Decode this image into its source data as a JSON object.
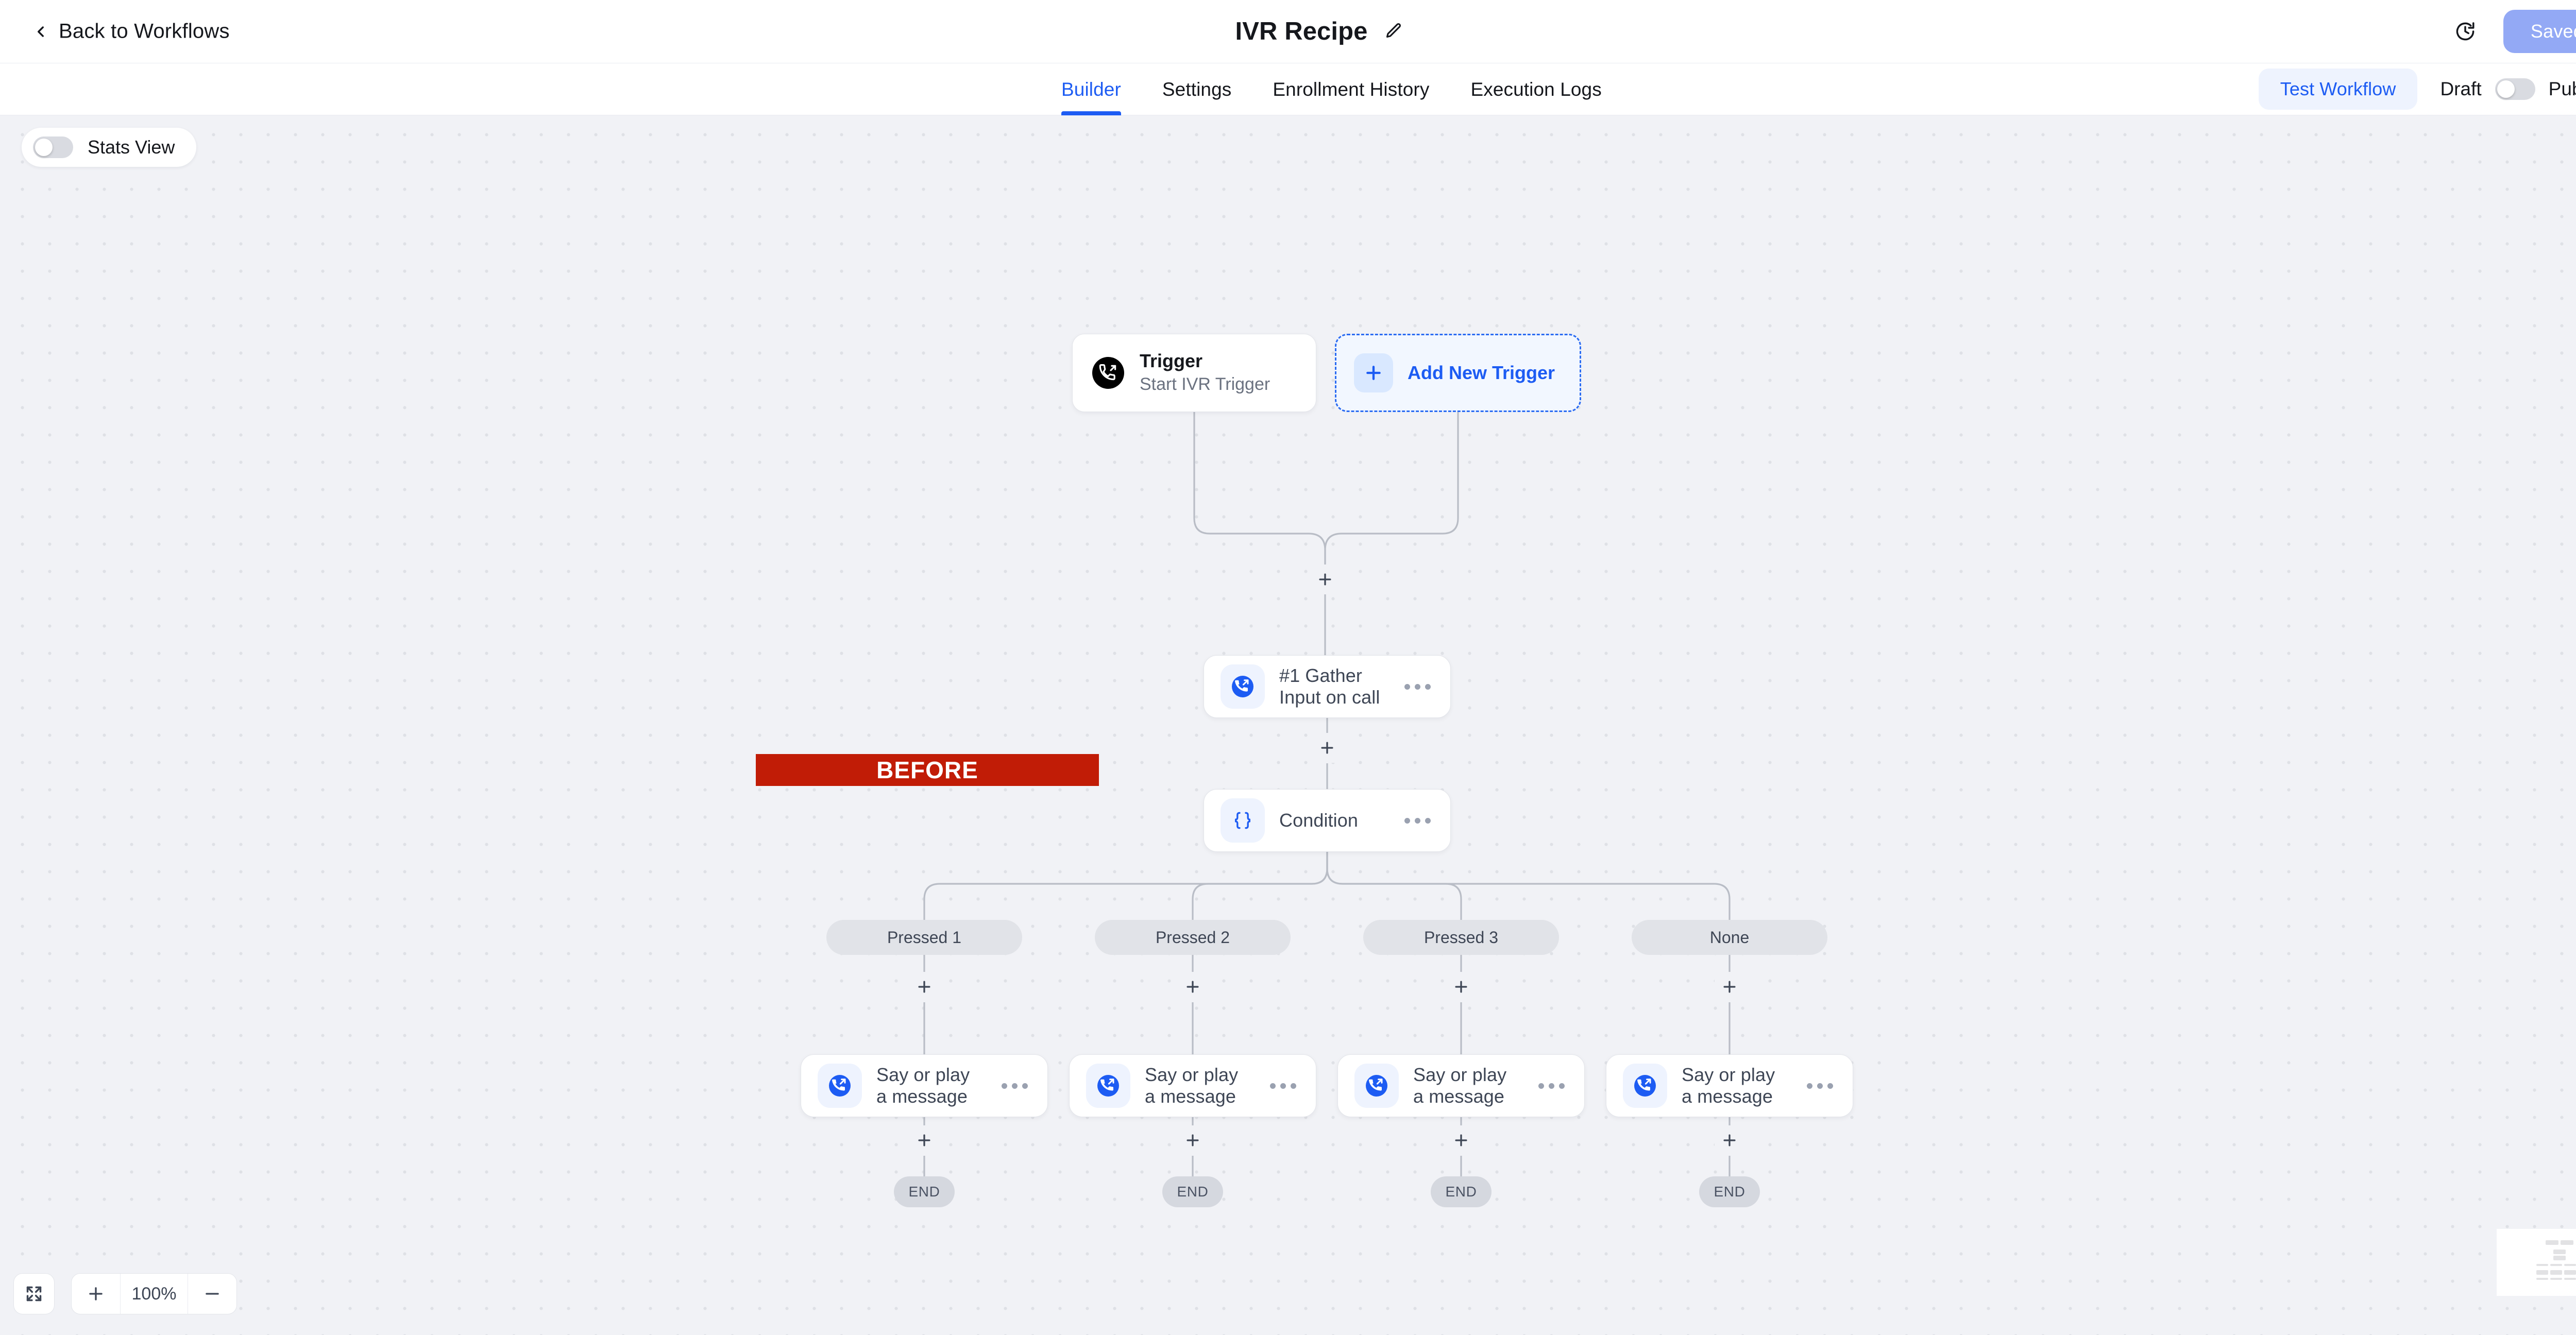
{
  "header": {
    "back_label": "Back to Workflows",
    "back_icon": "chevron-left-icon",
    "title": "IVR Recipe",
    "edit_icon": "pencil-icon",
    "history_icon": "clock-history-icon",
    "saved_label": "Saved",
    "saved_color": "#93a9f5"
  },
  "tabsbar": {
    "tabs": [
      {
        "label": "Builder",
        "active": true
      },
      {
        "label": "Settings",
        "active": false
      },
      {
        "label": "Enrollment History",
        "active": false
      },
      {
        "label": "Execution Logs",
        "active": false
      }
    ],
    "accent_color": "#1d5cf3",
    "test_workflow_label": "Test Workflow",
    "draft_label": "Draft",
    "publish_label": "Publish",
    "publish_toggle_on": false
  },
  "canvas": {
    "stats_view_label": "Stats View",
    "stats_view_on": false,
    "background_color": "#f1f2f6",
    "zoom_level": "100%",
    "fit_view_icon": "expand-arrows-icon",
    "zoom_in_icon": "plus-icon",
    "zoom_out_icon": "minus-icon"
  },
  "annotation": {
    "banner_text": "BEFORE",
    "banner_color": "#c11c06",
    "banner_text_color": "#ffffff"
  },
  "graph": {
    "trigger_node": {
      "title": "Trigger",
      "subtitle": "Start IVR Trigger",
      "icon": "phone-outgoing-icon"
    },
    "add_trigger_node": {
      "label": "Add New Trigger",
      "icon": "plus-icon"
    },
    "gather_node": {
      "label": "#1 Gather Input on call",
      "icon": "phone-outgoing-icon",
      "menu_icon": "ellipsis-icon"
    },
    "condition_node": {
      "label": "Condition",
      "icon": "braces-icon",
      "menu_icon": "ellipsis-icon"
    },
    "branches": [
      {
        "label": "Pressed 1",
        "node_label": "Say or play a message",
        "node_icon": "phone-outgoing-icon",
        "menu_icon": "ellipsis-icon",
        "end_label": "END"
      },
      {
        "label": "Pressed 2",
        "node_label": "Say or play a message",
        "node_icon": "phone-outgoing-icon",
        "menu_icon": "ellipsis-icon",
        "end_label": "END"
      },
      {
        "label": "Pressed 3",
        "node_label": "Say or play a message",
        "node_icon": "phone-outgoing-icon",
        "menu_icon": "ellipsis-icon",
        "end_label": "END"
      },
      {
        "label": "None",
        "node_label": "Say or play a message",
        "node_icon": "phone-outgoing-icon",
        "menu_icon": "ellipsis-icon",
        "end_label": "END"
      }
    ]
  }
}
